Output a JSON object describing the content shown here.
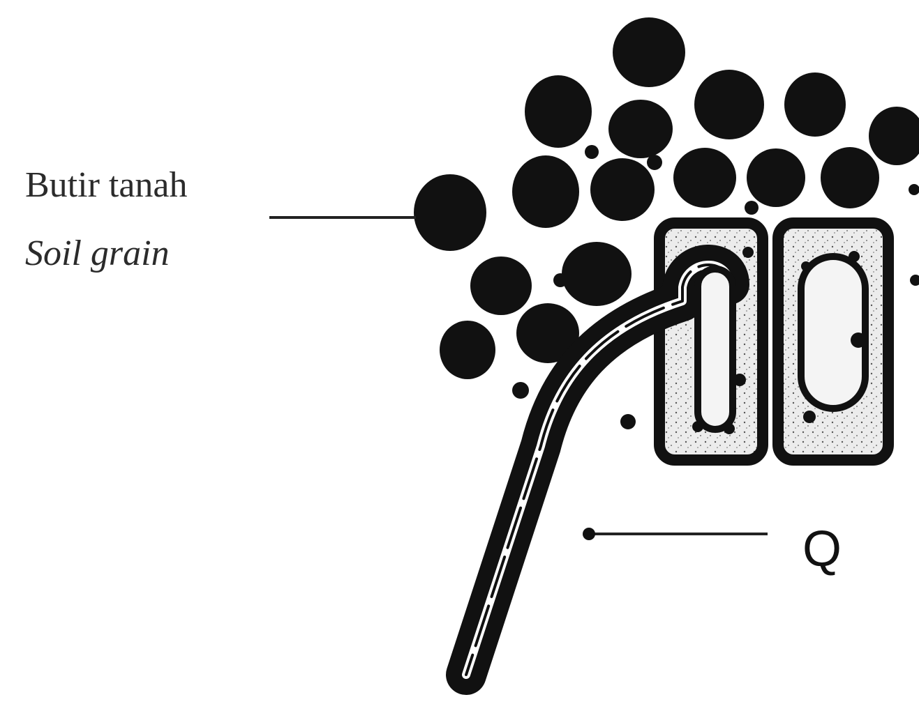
{
  "labels": {
    "soil_grain_id": "Butir tanah",
    "soil_grain_en": "Soil grain",
    "structure_q": "Q"
  },
  "colors": {
    "ink": "#111111",
    "text": "#2b2b2b",
    "cell_fill": "#ececec",
    "background": "#ffffff"
  }
}
